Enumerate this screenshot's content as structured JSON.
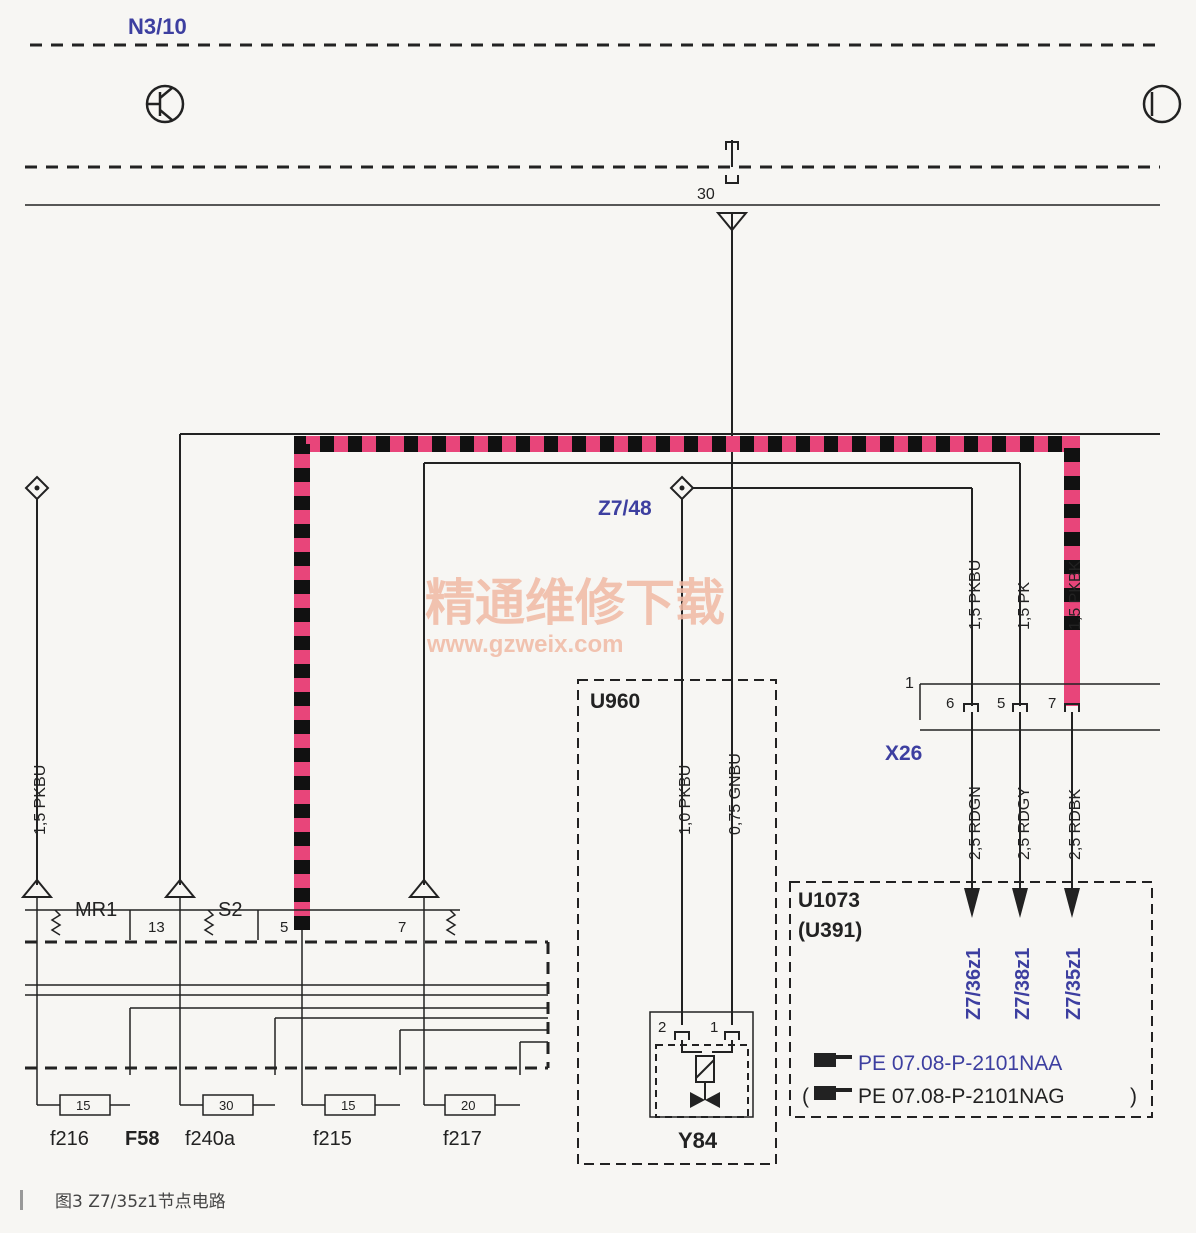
{
  "module_top": "N3/10",
  "pin_top": "30",
  "connectors": {
    "z748": "Z7/48",
    "x26": "X26",
    "x26_pin1": "1",
    "x26_pins": [
      "6",
      "5",
      "7"
    ]
  },
  "wires": {
    "left": "1,5 PKBU",
    "top_a": "1,5 PKBU",
    "top_b": "1,5 PK",
    "top_c": "1,5 PKBK",
    "u960_a": "1,0 PKBU",
    "u960_b": "0,75 GNBU",
    "bot_a": "2,5 RDGN",
    "bot_b": "2,5 RDGY",
    "bot_c": "2,5 RDBK"
  },
  "nodes": [
    "Z7/36z1",
    "Z7/38z1",
    "Z7/35z1"
  ],
  "fusebox": {
    "name": "F58",
    "relays": [
      "MR1",
      "S2"
    ],
    "pins": [
      "13",
      "5",
      "7"
    ],
    "fuses": [
      {
        "name": "f216",
        "rating": "15"
      },
      {
        "name": "f240a",
        "rating": "30"
      },
      {
        "name": "f215",
        "rating": "15"
      },
      {
        "name": "f217",
        "rating": "20"
      }
    ]
  },
  "u960": {
    "title": "U960",
    "component": "Y84",
    "pins": [
      "2",
      "1"
    ]
  },
  "u1073": {
    "title": "U1073",
    "subtitle": "(U391)",
    "ref1": "PE 07.08-P-2101NAA",
    "ref2": "PE 07.08-P-2101NAG",
    "open_paren": "(",
    "close_paren": ")"
  },
  "watermark": {
    "title": "精通维修下载",
    "url": "www.gzweix.com"
  },
  "caption": "图3 Z7/35z1节点电路",
  "colors": {
    "line": "#222222",
    "highlight": "#e8457a",
    "label_blue": "#3d3fa0"
  }
}
